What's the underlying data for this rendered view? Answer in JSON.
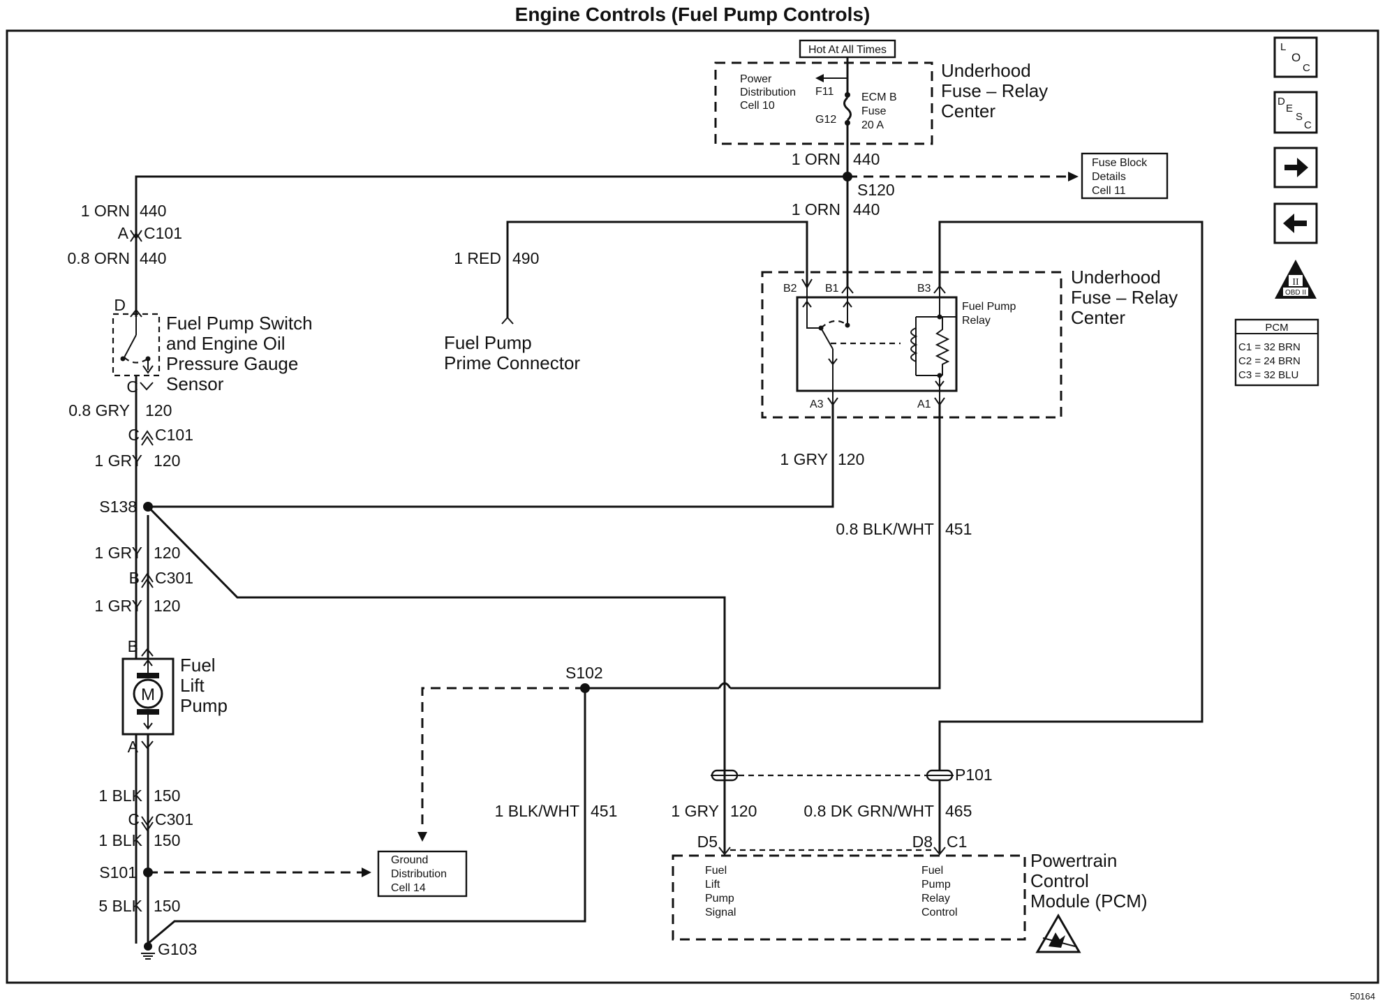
{
  "title": "Engine Controls (Fuel Pump Controls)",
  "figure_number": "50164",
  "underhood_top": {
    "hot_label": "Hot At All Times",
    "power_dist": [
      "Power",
      "Distribution",
      "Cell 10"
    ],
    "fuse_pin_top": "F11",
    "fuse_pin_bottom": "G12",
    "fuse": [
      "ECM B",
      "Fuse",
      "20 A"
    ],
    "center_label": [
      "Underhood",
      "Fuse – Relay",
      "Center"
    ]
  },
  "fuse_block": [
    "Fuse Block",
    "Details",
    "Cell 11"
  ],
  "splices": {
    "s120": "S120",
    "s138": "S138",
    "s102": "S102",
    "s101": "S101",
    "p101": "P101",
    "g103": "G103"
  },
  "wires": {
    "orn_440_top_size": "1 ORN",
    "orn_440_top_circuit": "440",
    "orn_440_mid_size": "1 ORN",
    "orn_440_mid_circuit": "440",
    "orn_440_left_size": "1 ORN",
    "orn_440_left_circuit": "440",
    "orn_440_c101_size": "0.8 ORN",
    "orn_440_c101_circuit": "440",
    "red_490_size": "1 RED",
    "red_490_circuit": "490",
    "gry_08_size": "0.8 GRY",
    "gry_08_circuit": "120",
    "gry_c101_size": "1 GRY",
    "gry_c101_circuit": "120",
    "gry_s138_size": "1 GRY",
    "gry_s138_circuit": "120",
    "gry_c301_size": "1 GRY",
    "gry_c301_circuit": "120",
    "gry_relay_size": "1 GRY",
    "gry_relay_circuit": "120",
    "blkwht_relay_size": "0.8 BLK/WHT",
    "blkwht_relay_circuit": "451",
    "blkwht_s102_size": "1 BLK/WHT",
    "blkwht_s102_circuit": "451",
    "gry_pcm_size": "1 GRY",
    "gry_pcm_circuit": "120",
    "dkgrn_size": "0.8 DK GRN/WHT",
    "dkgrn_circuit": "465",
    "blk_150_a_size": "1 BLK",
    "blk_150_a_circuit": "150",
    "blk_150_b_size": "1 BLK",
    "blk_150_b_circuit": "150",
    "blk_150_c_size": "5 BLK",
    "blk_150_c_circuit": "150"
  },
  "connectors": {
    "c101_a_pin": "A",
    "c101_a_name": "C101",
    "switch_d": "D",
    "switch_c": "C",
    "c101_c_pin": "C",
    "c101_c_name": "C101",
    "c301_b_pin": "B",
    "c301_b_name": "C301",
    "pump_b": "B",
    "pump_a": "A",
    "c301_c_pin": "C",
    "c301_c_name": "C301",
    "pcm_d5": "D5",
    "pcm_d8": "D8",
    "pcm_c1": "C1"
  },
  "fuel_pump_switch": [
    "Fuel Pump Switch",
    "and Engine Oil",
    "Pressure Gauge",
    "Sensor"
  ],
  "prime_connector": [
    "Fuel Pump",
    "Prime Connector"
  ],
  "relay_center": {
    "label": [
      "Underhood",
      "Fuse – Relay",
      "Center"
    ],
    "relay_name": [
      "Fuel Pump",
      "Relay"
    ],
    "pin_b2": "B2",
    "pin_b1": "B1",
    "pin_b3": "B3",
    "pin_a3": "A3",
    "pin_a1": "A1"
  },
  "fuel_lift_pump": {
    "label": [
      "Fuel",
      "Lift",
      "Pump"
    ],
    "motor_symbol": "M"
  },
  "ground_dist": [
    "Ground",
    "Distribution",
    "Cell 14"
  ],
  "pcm": {
    "label": [
      "Powertrain",
      "Control",
      "Module (PCM)"
    ],
    "left_func": [
      "Fuel",
      "Lift",
      "Pump",
      "Signal"
    ],
    "right_func": [
      "Fuel",
      "Pump",
      "Relay",
      "Control"
    ]
  },
  "sidebar": {
    "loc_icon": "location-icon",
    "desc_icon": "description-icon",
    "next_icon": "arrow-right-icon",
    "prev_icon": "arrow-left-icon",
    "obd_label": "OBD II",
    "obd_numeral": "II",
    "pcm_table_title": "PCM",
    "pcm_table_rows": [
      "C1 = 32 BRN",
      "C2 = 24 BRN",
      "C3 = 32 BLU"
    ]
  }
}
